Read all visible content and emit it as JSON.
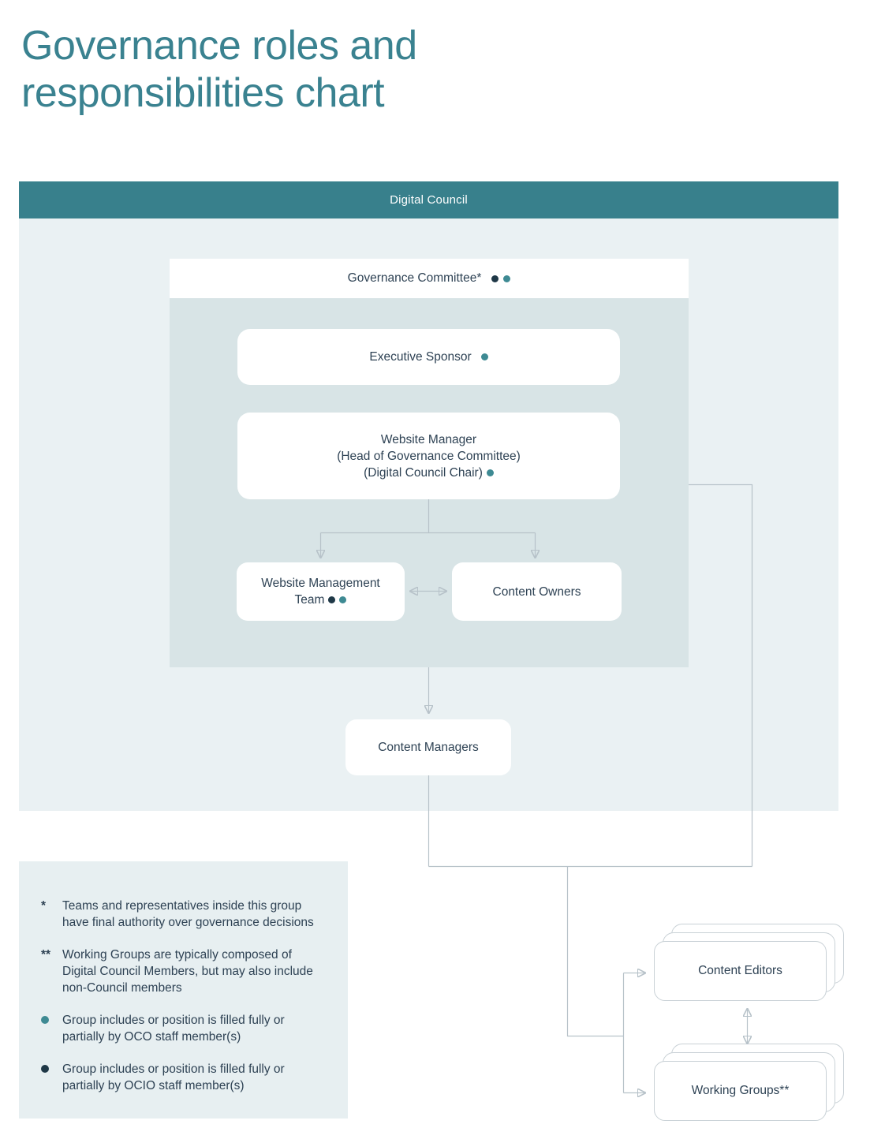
{
  "page": {
    "title": "Governance roles and responsibilities chart"
  },
  "colors": {
    "header_teal": "#38808c",
    "title_teal": "#3a8290",
    "outer_panel": "#eaf1f3",
    "inner_panel": "#d8e4e6",
    "legend_panel": "#e7eff1",
    "oco_dot_teal": "#3e8a93",
    "ocio_dot_navy": "#1f3847",
    "text_slate": "#2e4254",
    "connector_gray": "#b7c2c9"
  },
  "chart": {
    "header_label": "Digital Council",
    "nodes": {
      "governance_committee": {
        "label": "Governance Committee*",
        "dots": [
          "ocio",
          "oco"
        ]
      },
      "executive_sponsor": {
        "label": "Executive Sponsor",
        "dots": [
          "oco"
        ]
      },
      "website_manager": {
        "lines": [
          "Website Manager",
          "(Head of Governance Committee)",
          "(Digital Council Chair)"
        ],
        "dots": [
          "oco"
        ]
      },
      "website_management_team": {
        "lines": [
          "Website Management",
          "Team"
        ],
        "dots": [
          "ocio",
          "oco"
        ]
      },
      "content_owners": {
        "label": "Content Owners"
      },
      "content_managers": {
        "label": "Content Managers"
      },
      "content_editors": {
        "label": "Content Editors"
      },
      "working_groups": {
        "label": "Working Groups**"
      }
    }
  },
  "legend": {
    "items": [
      {
        "marker": "*",
        "text": "Teams and representatives inside this group have final authority over governance decisions"
      },
      {
        "marker": "**",
        "text": "Working Groups are typically composed of Digital Council Members, but may also include non-Council members"
      },
      {
        "marker": "oco-dot",
        "text": "Group includes or position is filled fully or partially by OCO staff member(s)"
      },
      {
        "marker": "ocio-dot",
        "text": "Group includes or position is filled fully or partially by OCIO staff member(s)"
      }
    ]
  }
}
